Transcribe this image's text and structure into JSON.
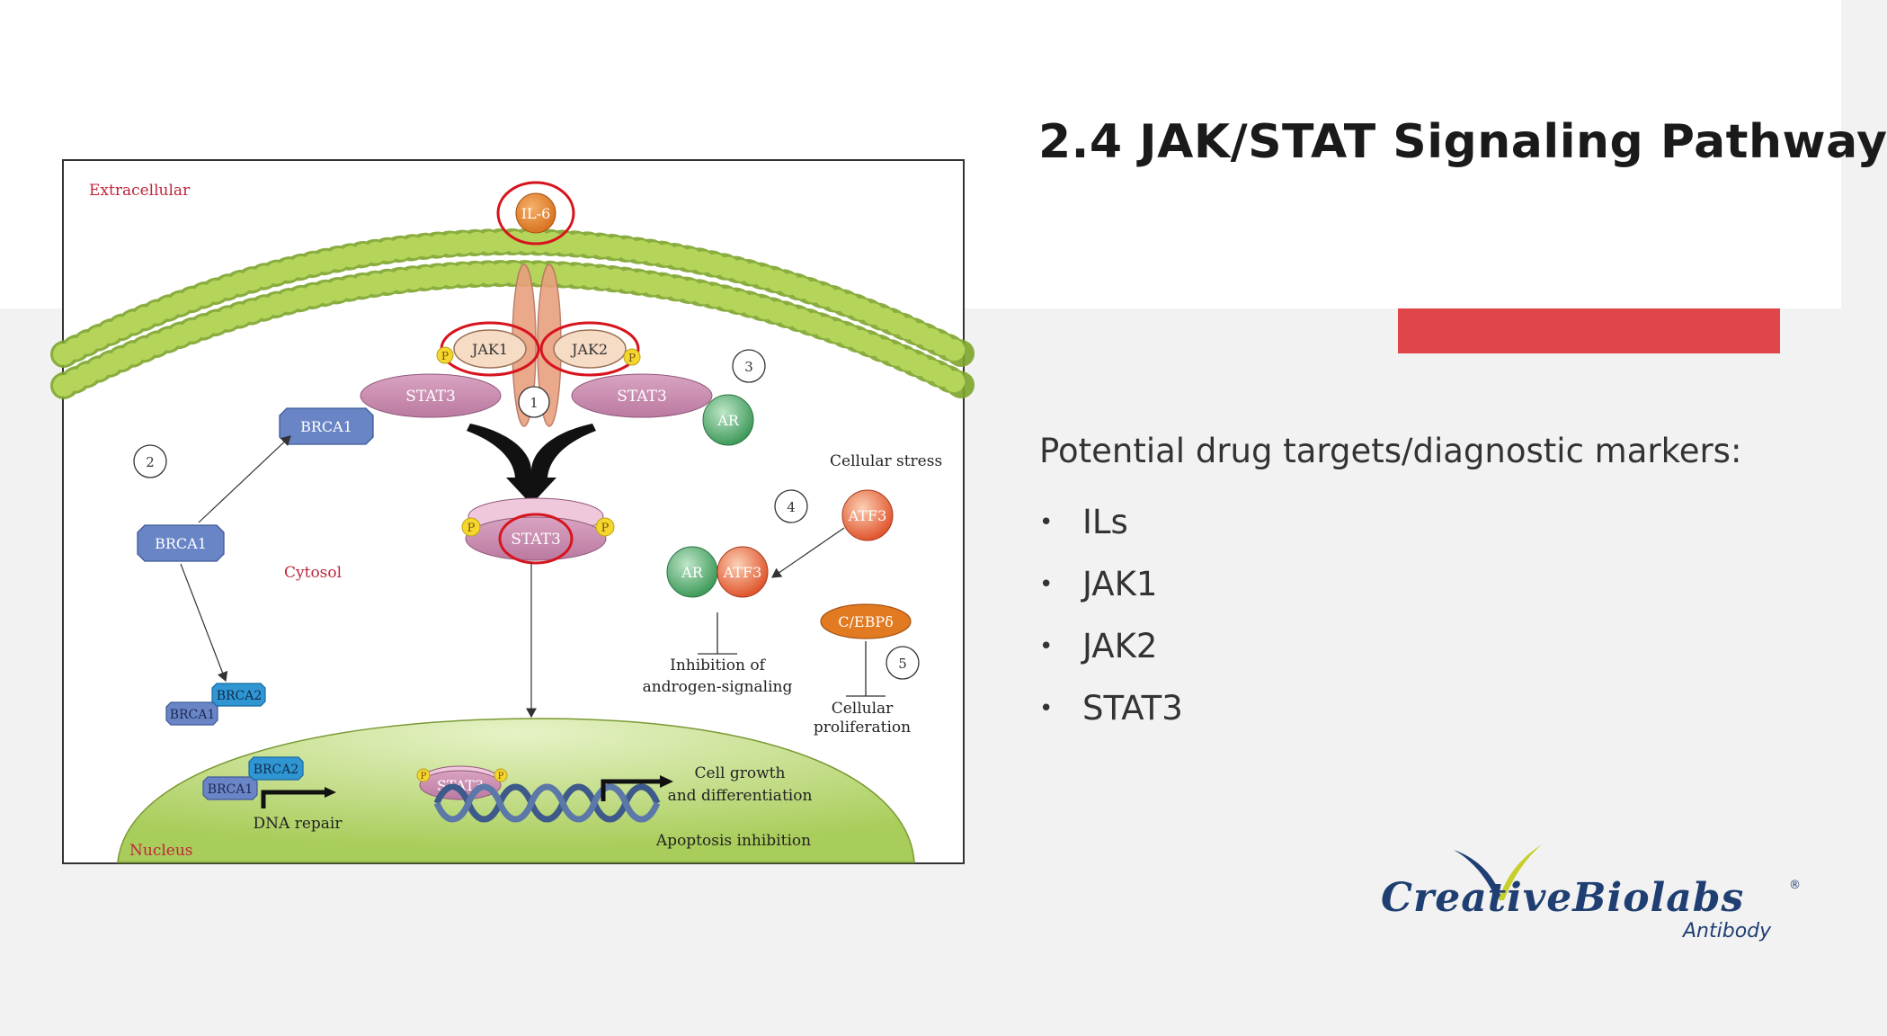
{
  "slide": {
    "title": "2.4 JAK/STAT Signaling Pathway",
    "accent_color": "#e0454a",
    "subtitle": "Potential drug targets/diagnostic markers:",
    "bullets": [
      "ILs",
      "JAK1",
      "JAK2",
      "STAT3"
    ]
  },
  "diagram": {
    "extracellular": "Extracellular",
    "cytosol": "Cytosol",
    "nucleus": "Nucleus",
    "il6": "IL-6",
    "jak1": "JAK1",
    "jak2": "JAK2",
    "stat3": "STAT3",
    "brca1": "BRCA1",
    "brca2": "BRCA2",
    "ar": "AR",
    "atf3": "ATF3",
    "cebp": "C/EBPδ",
    "p": "P",
    "num1": "1",
    "num2": "2",
    "num3": "3",
    "num4": "4",
    "num5": "5",
    "cellular_stress": "Cellular stress",
    "inhibition_1": "Inhibition of",
    "inhibition_2": "androgen-signaling",
    "cell_prolif_1": "Cellular",
    "cell_prolif_2": "proliferation",
    "cell_growth_1": "Cell growth",
    "cell_growth_2": "and differentiation",
    "apoptosis": "Apoptosis inhibition",
    "dna_repair": "DNA repair"
  },
  "logo": {
    "name": "CreativeBiolabs",
    "sub": "Antibody",
    "reg": "®"
  }
}
